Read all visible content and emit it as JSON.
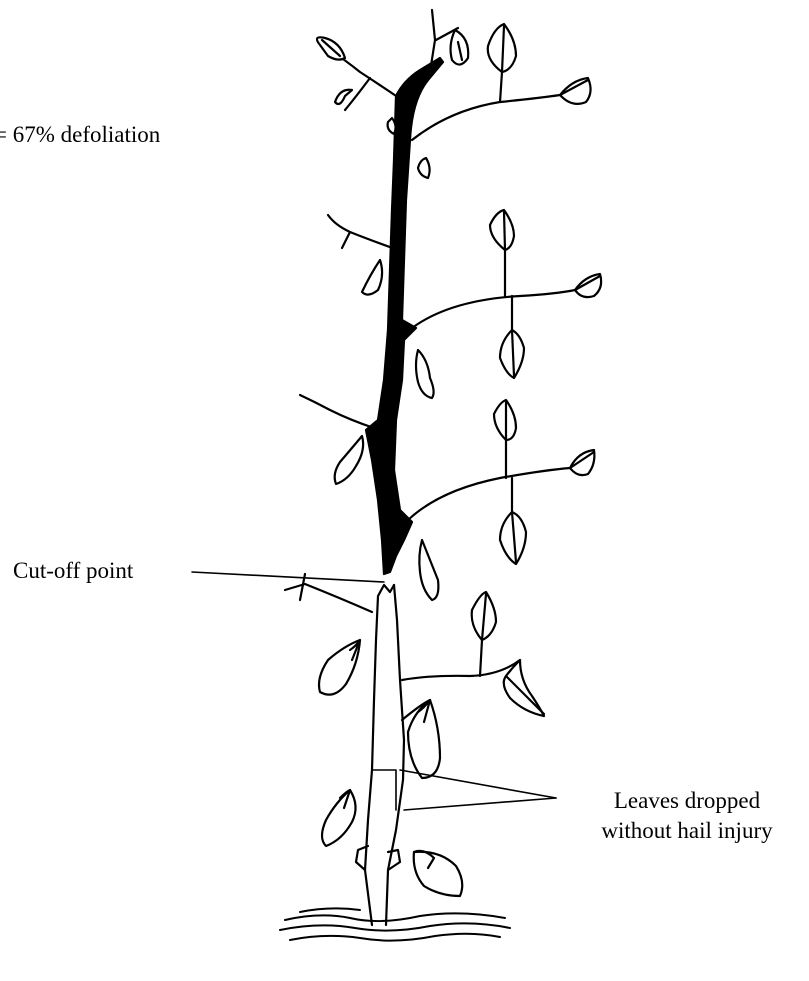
{
  "labels": {
    "defoliation": "= 67% defoliation",
    "cutoff": "Cut-off point",
    "dropped_line1": "Leaves dropped",
    "dropped_line2": "without hail injury"
  },
  "colors": {
    "ink": "#000000",
    "background": "#ffffff"
  }
}
